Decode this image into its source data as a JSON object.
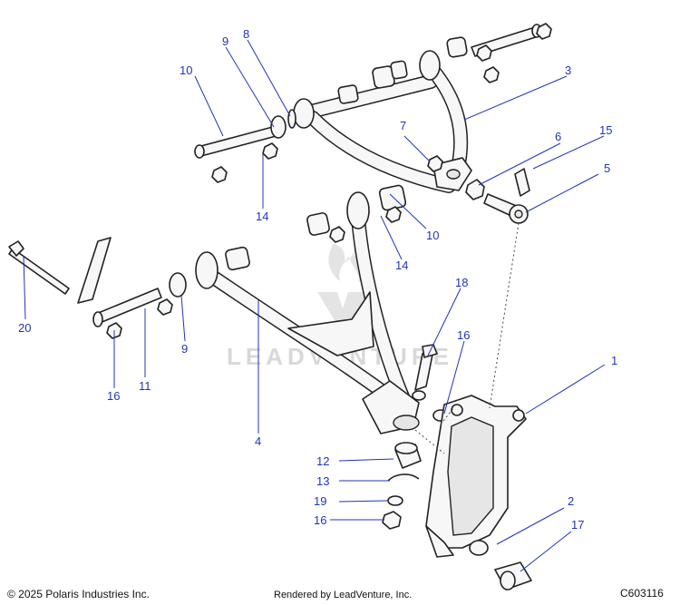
{
  "callouts": [
    {
      "id": "c1",
      "label": "1"
    },
    {
      "id": "c2",
      "label": "2"
    },
    {
      "id": "c3",
      "label": "3"
    },
    {
      "id": "c4",
      "label": "4"
    },
    {
      "id": "c5",
      "label": "5"
    },
    {
      "id": "c6",
      "label": "6"
    },
    {
      "id": "c7",
      "label": "7"
    },
    {
      "id": "c8",
      "label": "8"
    },
    {
      "id": "c9a",
      "label": "9"
    },
    {
      "id": "c9b",
      "label": "9"
    },
    {
      "id": "c10a",
      "label": "10"
    },
    {
      "id": "c10b",
      "label": "10"
    },
    {
      "id": "c11",
      "label": "11"
    },
    {
      "id": "c12",
      "label": "12"
    },
    {
      "id": "c13",
      "label": "13"
    },
    {
      "id": "c14a",
      "label": "14"
    },
    {
      "id": "c14b",
      "label": "14"
    },
    {
      "id": "c15",
      "label": "15"
    },
    {
      "id": "c16a",
      "label": "16"
    },
    {
      "id": "c16b",
      "label": "16"
    },
    {
      "id": "c16c",
      "label": "16"
    },
    {
      "id": "c17",
      "label": "17"
    },
    {
      "id": "c18",
      "label": "18"
    },
    {
      "id": "c19",
      "label": "19"
    },
    {
      "id": "c20",
      "label": "20"
    }
  ],
  "watermark": "LEADVENTURE",
  "footer": {
    "copyright": "© 2025 Polaris Industries Inc.",
    "rendered_by": "Rendered by LeadVenture, Inc.",
    "diagram_code": "C603116"
  },
  "colors": {
    "callout": "#1f35b8",
    "line_art": "#222222",
    "watermark": "#d4d4d4"
  }
}
